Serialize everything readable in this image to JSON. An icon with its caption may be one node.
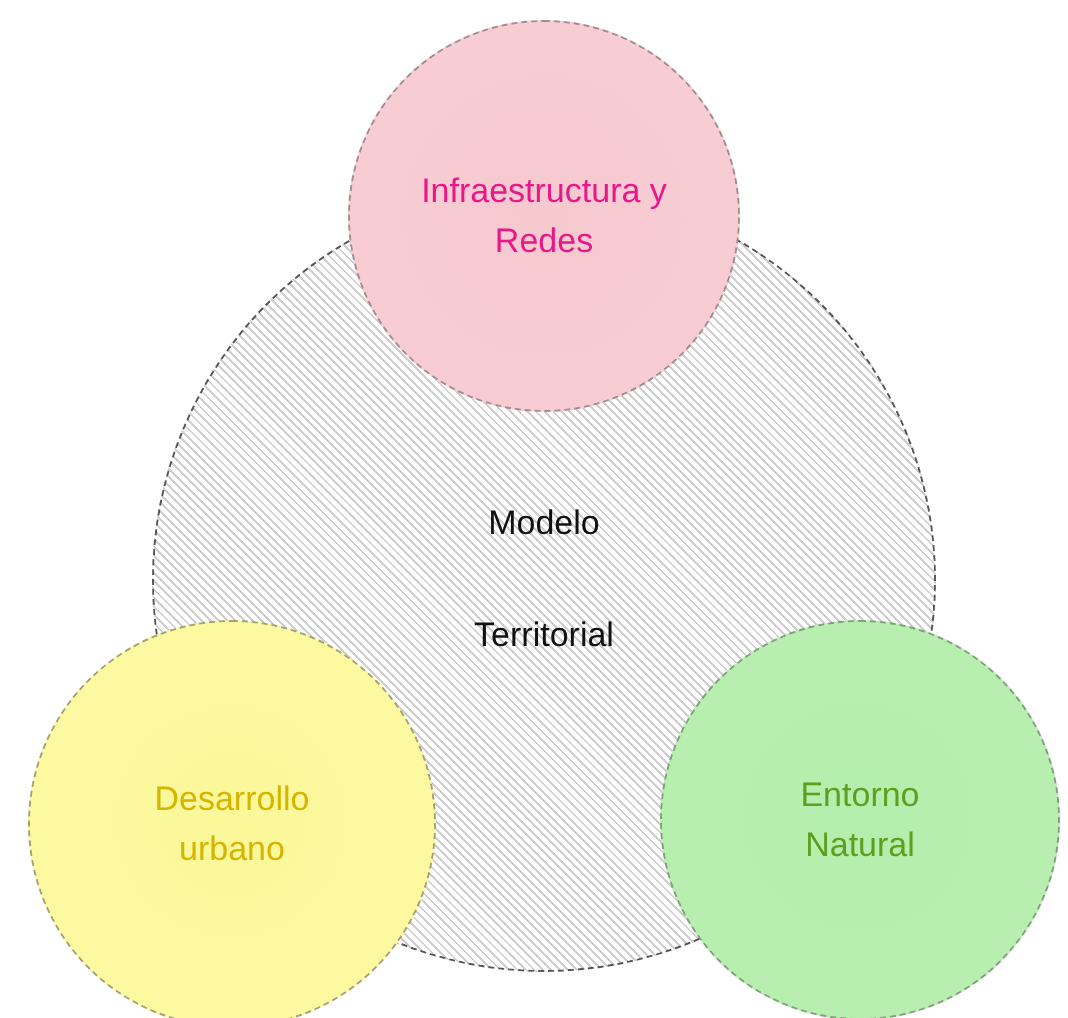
{
  "diagram": {
    "nodes": [
      {
        "text": [
          "Infraestructura y Redes"
        ]
      },
      {
        "text": [
          "Modelo Territorial"
        ]
      },
      {
        "text": [
          "Desarrollo urbano"
        ]
      },
      {
        "text": [
          "Entorno Natural"
        ]
      }
    ],
    "edges": []
  }
}
